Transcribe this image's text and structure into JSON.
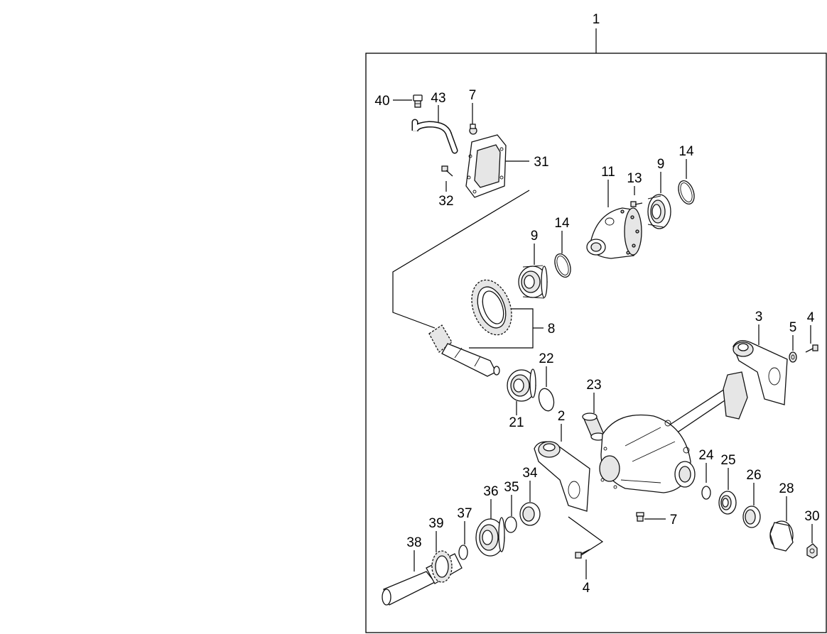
{
  "diagram": {
    "labels": {
      "p1": "1",
      "p2": "2",
      "p3": "3",
      "p4a": "4",
      "p4b": "4",
      "p5": "5",
      "p7a": "7",
      "p7b": "7",
      "p8": "8",
      "p9a": "9",
      "p9b": "9",
      "p11": "11",
      "p13": "13",
      "p14a": "14",
      "p14b": "14",
      "p21": "21",
      "p22": "22",
      "p23": "23",
      "p24": "24",
      "p25": "25",
      "p26": "26",
      "p28": "28",
      "p30": "30",
      "p31": "31",
      "p32": "32",
      "p34": "34",
      "p35": "35",
      "p36": "36",
      "p37": "37",
      "p38": "38",
      "p39": "39",
      "p40": "40",
      "p43": "43"
    }
  }
}
